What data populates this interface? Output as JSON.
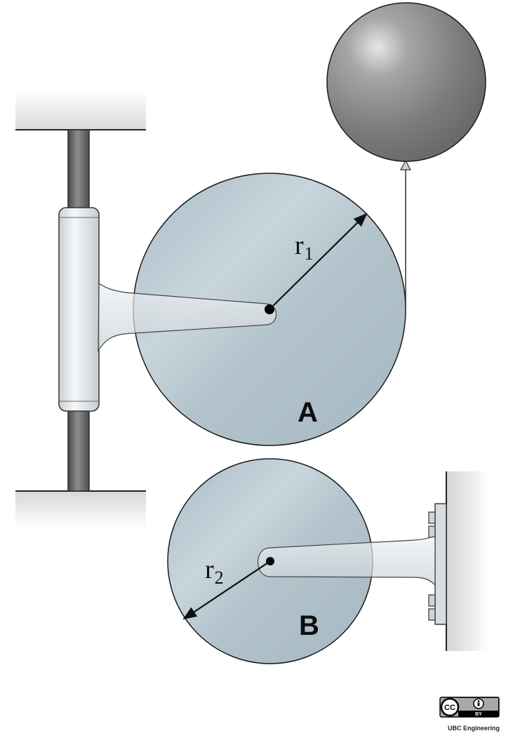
{
  "labels": {
    "radius_1": {
      "main": "r",
      "sub": "1"
    },
    "radius_2": {
      "main": "r",
      "sub": "2"
    },
    "disk_a": "A",
    "disk_b": "B"
  },
  "license": {
    "badge": "CC",
    "by": "BY",
    "credit": "UBC Engineering"
  },
  "colors": {
    "disk_fill": "#b9c7d0",
    "disk_stroke": "#1a1a1a",
    "balloon_fill": "#8a8a8a",
    "rod": "#6b6b6b",
    "sleeve": "#e3e8ec",
    "wall": "#f0f0f0"
  }
}
